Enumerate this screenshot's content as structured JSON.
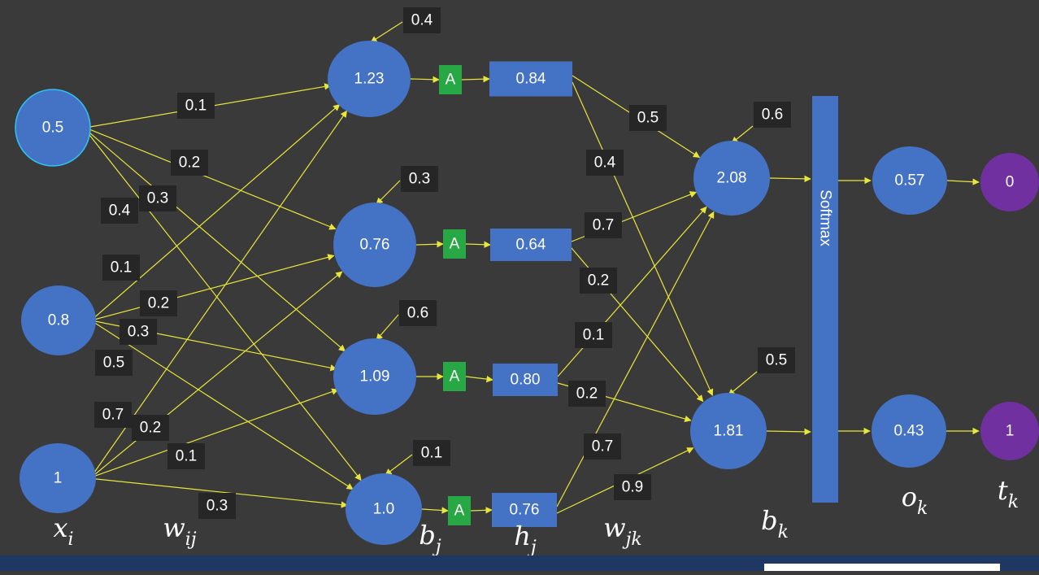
{
  "colors": {
    "background": "#3a3a3a",
    "neuron": "#4472c4",
    "neuron_outline": "#5b9bd5",
    "input_outline": "#2ec4f5",
    "target": "#7030a0",
    "activation": "#27a844",
    "weight_box": "#262626",
    "edge": "#e8e63a",
    "text": "#ffffff",
    "math_text": "#ffffff",
    "footer": "#1f3763"
  },
  "inputs": [
    "0.5",
    "0.8",
    "1"
  ],
  "hidden_pre": [
    "1.23",
    "0.76",
    "1.09",
    "1.0"
  ],
  "hidden_bias": [
    "0.4",
    "0.3",
    "0.6",
    "0.1"
  ],
  "activation_label": "A",
  "hidden_out": [
    "0.84",
    "0.64",
    "0.80",
    "0.76"
  ],
  "output_pre": [
    "2.08",
    "1.81"
  ],
  "output_bias": [
    "0.6",
    "0.5"
  ],
  "softmax_label": "Softmax",
  "outputs": [
    "0.57",
    "0.43"
  ],
  "targets": [
    "0",
    "1"
  ],
  "weights_ij": [
    [
      "0.1",
      "0.2",
      "0.3",
      "0.4"
    ],
    [
      "0.1",
      "0.2",
      "0.3",
      "0.5"
    ],
    [
      "0.7",
      "0.2",
      "0.1",
      "0.3"
    ]
  ],
  "weights_jk": [
    [
      "0.5",
      "0.4"
    ],
    [
      "0.7",
      "0.2"
    ],
    [
      "0.1",
      "0.2"
    ],
    [
      "0.7",
      "0.9"
    ]
  ],
  "column_labels": {
    "x": {
      "base": "x",
      "sub": "i"
    },
    "w_ij": {
      "base": "w",
      "sub": "ij"
    },
    "b_j": {
      "base": "b",
      "sub": "j"
    },
    "h_j": {
      "base": "h",
      "sub": "j"
    },
    "w_jk": {
      "base": "w",
      "sub": "jk"
    },
    "b_k": {
      "base": "b",
      "sub": "k"
    },
    "o_k": {
      "base": "o",
      "sub": "k"
    },
    "t_k": {
      "base": "t",
      "sub": "k"
    }
  }
}
